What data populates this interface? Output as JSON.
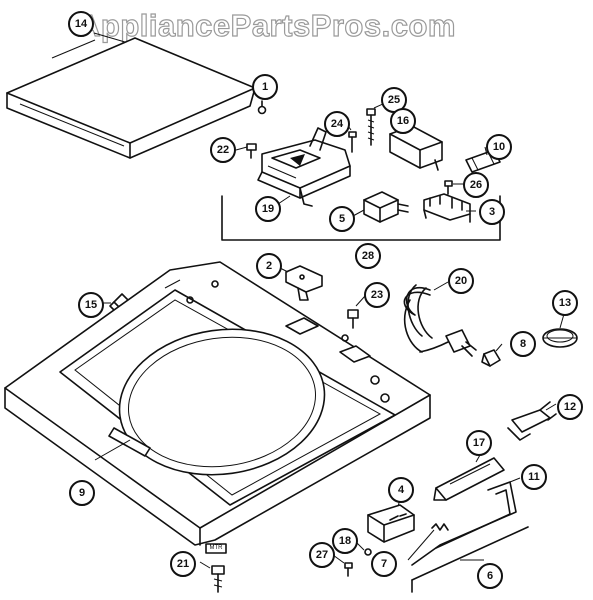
{
  "watermark": "AppliancePartsPros.com",
  "callouts": {
    "c1": "1",
    "c2": "2",
    "c3": "3",
    "c4": "4",
    "c5": "5",
    "c6": "6",
    "c7": "7",
    "c8": "8",
    "c9": "9",
    "c10": "10",
    "c11": "11",
    "c12": "12",
    "c13": "13",
    "c14": "14",
    "c15": "15",
    "c16": "16",
    "c17": "17",
    "c18": "18",
    "c19": "19",
    "c20": "20",
    "c21": "21",
    "c22": "22",
    "c23": "23",
    "c24": "24",
    "c25": "25",
    "c26": "26",
    "c27": "27",
    "c28": "28"
  },
  "screw_tag": "MTR"
}
